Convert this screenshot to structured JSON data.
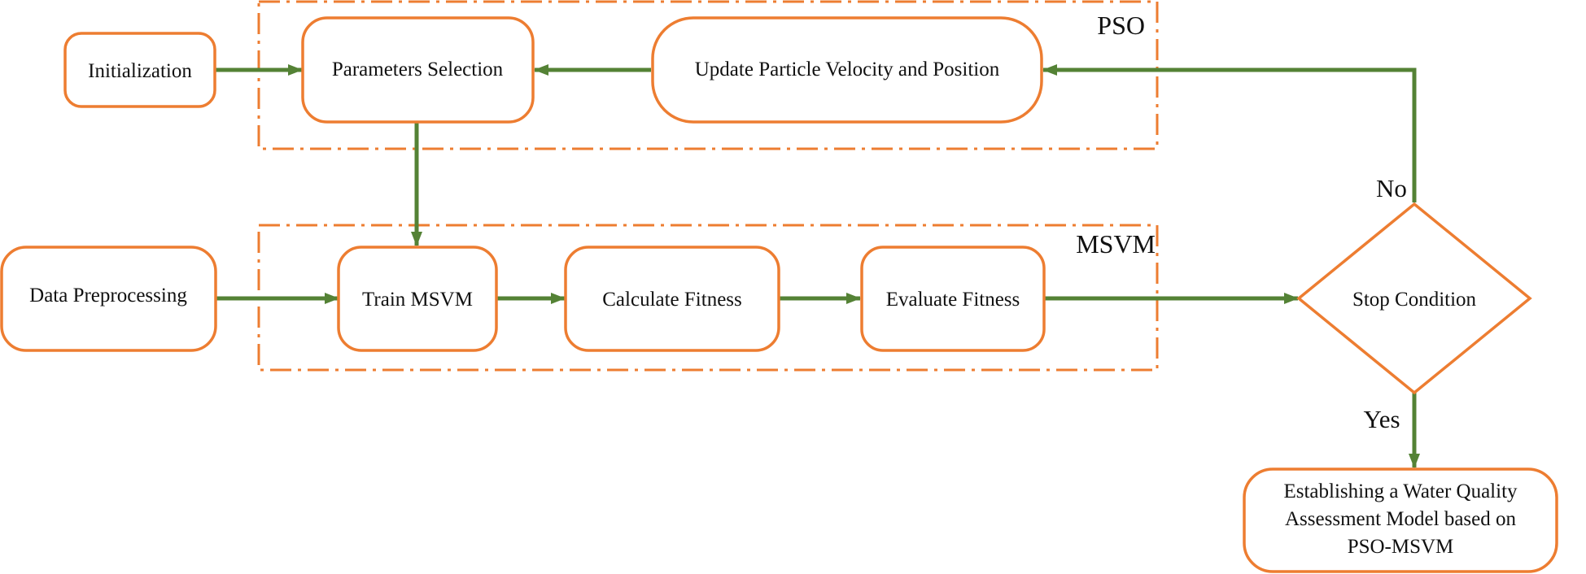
{
  "colors": {
    "box_stroke": "#ED7D31",
    "arrow": "#548235"
  },
  "groups": {
    "pso": "PSO",
    "msvm": "MSVM"
  },
  "nodes": {
    "initialization": "Initialization",
    "parameters_selection": "Parameters Selection",
    "update": "Update Particle Velocity and Position",
    "data_preprocessing": "Data Preprocessing",
    "train": "Train MSVM",
    "calculate": "Calculate Fitness",
    "evaluate": "Evaluate Fitness",
    "stop": "Stop Condition",
    "final_line1": "Establishing a Water Quality",
    "final_line2": "Assessment Model based on",
    "final_line3": "PSO-MSVM"
  },
  "edges": {
    "no": "No",
    "yes": "Yes"
  }
}
